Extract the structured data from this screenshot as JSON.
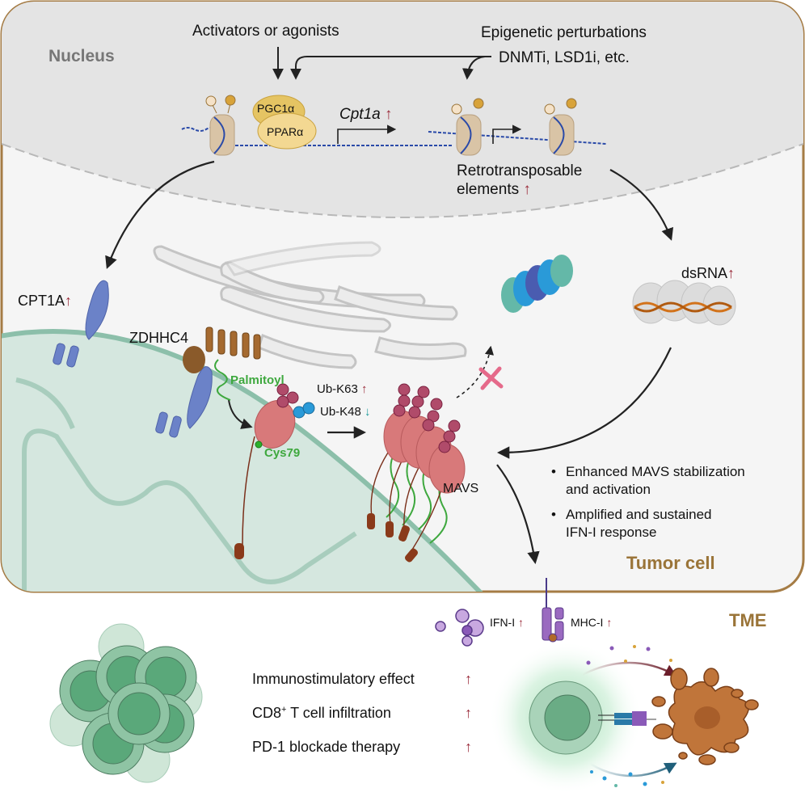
{
  "compartments": {
    "nucleus": "Nucleus",
    "tumor_cell": "Tumor cell",
    "tme": "TME"
  },
  "nucleus": {
    "activators": "Activators or agonists",
    "epigenetic_title": "Epigenetic perturbations",
    "epigenetic_drugs": "DNMTi, LSD1i, etc.",
    "pgc1a": "PGC1α",
    "ppara": "PPARα",
    "gene": "Cpt1a",
    "retro_line1": "Retrotransposable",
    "retro_line2": "elements"
  },
  "cytoplasm": {
    "cpt1a": "CPT1A",
    "dsrna": "dsRNA",
    "zdhhc4": "ZDHHC4",
    "palmitoyl": "Palmitoyl",
    "ub_k63": "Ub-K63",
    "ub_k48": "Ub-K48",
    "cys79": "Cys79",
    "mavs": "MAVS",
    "bullets": [
      {
        "line1": "Enhanced MAVS stabilization",
        "line2": "and activation"
      },
      {
        "line1": "Amplified and sustained",
        "line2": "IFN-I response"
      }
    ]
  },
  "tme": {
    "ifn": "IFN-I",
    "mhc": "MHC-I",
    "effects": [
      {
        "text": "Immunostimulatory effect",
        "trend": "up"
      },
      {
        "text_pre": "CD8",
        "sup": "+",
        "text_post": " T cell infiltration",
        "trend": "up"
      },
      {
        "text": "PD-1 blockade therapy",
        "trend": "up"
      }
    ]
  },
  "symbols": {
    "up_arrow": "↑",
    "down_arrow": "↓",
    "bullet": "•"
  },
  "colors": {
    "frame": "#a57c45",
    "label_brown": "#9a7438",
    "nucleus_fill": "#e4e4e4",
    "cell_fill": "#f5f5f5",
    "mito": "#d5e7df",
    "mito_edge": "#8cbfaa",
    "up": "#9b2b3a",
    "down": "#1b9a9a",
    "palmitoyl": "#3ea83e",
    "mavs": "#d8797a"
  }
}
